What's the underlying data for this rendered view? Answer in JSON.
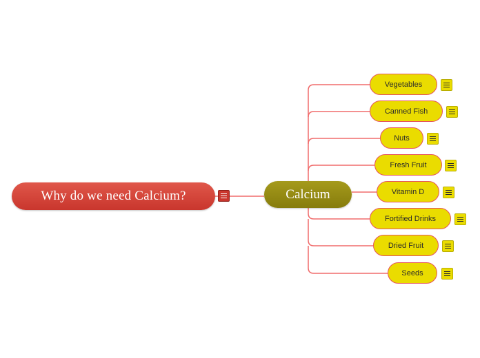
{
  "colors": {
    "link": "#f06b6b",
    "root": "#d2443a",
    "central": "#968c14",
    "child": "#eadc00"
  },
  "root": {
    "label": "Why do we need Calcium?",
    "note_icon": "notes-icon"
  },
  "central": {
    "label": "Calcium"
  },
  "children": [
    {
      "label": "Vegetables",
      "note_icon": "notes-icon"
    },
    {
      "label": "Canned Fish",
      "note_icon": "notes-icon"
    },
    {
      "label": "Nuts",
      "note_icon": "notes-icon"
    },
    {
      "label": "Fresh Fruit",
      "note_icon": "notes-icon"
    },
    {
      "label": "Vitamin D",
      "note_icon": "notes-icon"
    },
    {
      "label": "Fortified Drinks",
      "note_icon": "notes-icon"
    },
    {
      "label": "Dried Fruit",
      "note_icon": "notes-icon"
    },
    {
      "label": "Seeds",
      "note_icon": "notes-icon"
    }
  ]
}
